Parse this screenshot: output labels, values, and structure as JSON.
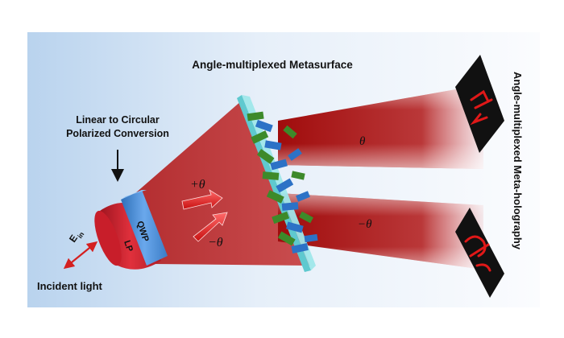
{
  "title": "Angle-multiplexed Metasurface",
  "conversion_label": {
    "line1": "Linear to Circular",
    "line2": "Polarized Conversion"
  },
  "incident_light": "Incident light",
  "field_symbol": "E",
  "field_subscript": "in",
  "lp_label": "LP",
  "qwp_label": "QWP",
  "angle_plus": "+θ",
  "angle_minus": "−θ",
  "beam_top_angle": "θ",
  "beam_bottom_angle": "−θ",
  "side_label": "Angle-multiplexed Meta-holography",
  "colors": {
    "beam_red": "#b01616",
    "lp_red": "#c81e2a",
    "qwp_blue": "#4f8fd8",
    "metasurface": "#9fe7ea",
    "pillar_green": "#3d8a2a",
    "pillar_blue": "#2c72c6",
    "arrow_red": "#e02020",
    "background_blue": "#cfe0f2"
  }
}
